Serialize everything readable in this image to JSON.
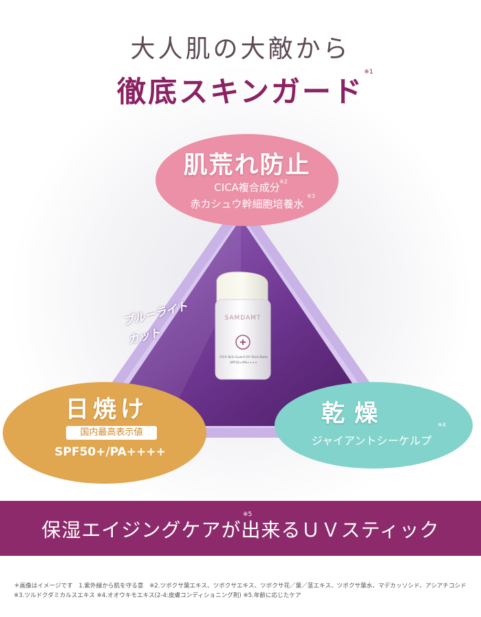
{
  "heading": {
    "line1": "大人肌の大敵から",
    "line2": "徹底スキンガード",
    "note": "※1"
  },
  "top_bubble": {
    "title": "肌荒れ防止",
    "line1": "CICA複合成分",
    "line1_note": "※2",
    "line2": "赤カシュウ幹細胞培養水",
    "line2_note": "※3",
    "color": "#eb90a6"
  },
  "left_bubble": {
    "title": "日焼け",
    "badge": "国内最高表示値",
    "spf": "SPF50+/PA++++",
    "color": "#e0a650"
  },
  "right_bubble": {
    "title": "乾燥",
    "subtitle": "ジャイアントシーケルプ",
    "note": "※4",
    "color": "#82d3cc"
  },
  "blue_light": {
    "line1": "ブルーライト",
    "line2": "カット"
  },
  "product": {
    "brand": "SAMDAMT",
    "name_line": "CICA Skin Guard UV Stick Balm",
    "spf_line": "SPF50+/PA++++"
  },
  "banner": {
    "text": "保湿エイジングケアが出来るＵＶスティック",
    "note": "※5",
    "color": "#8c2a6b"
  },
  "footnotes": {
    "line1": "＊画像はイメージです　1.紫外線から肌を守る意　※2.ツボクサ葉エキス、ツボクサエキス、ツボクサ花／葉／茎エキス、ツボクサ葉水、マデカッソシド、アシアチコシド",
    "line2": "※3.ツルドクダミカルスエキス ※4.オオウキモエキス(2-4:皮膚コンディショニング剤) ※5.年齢に応じたケア"
  },
  "accent_colors": {
    "triangle_dark": "#5b2472",
    "triangle_light": "#b89ad6"
  }
}
